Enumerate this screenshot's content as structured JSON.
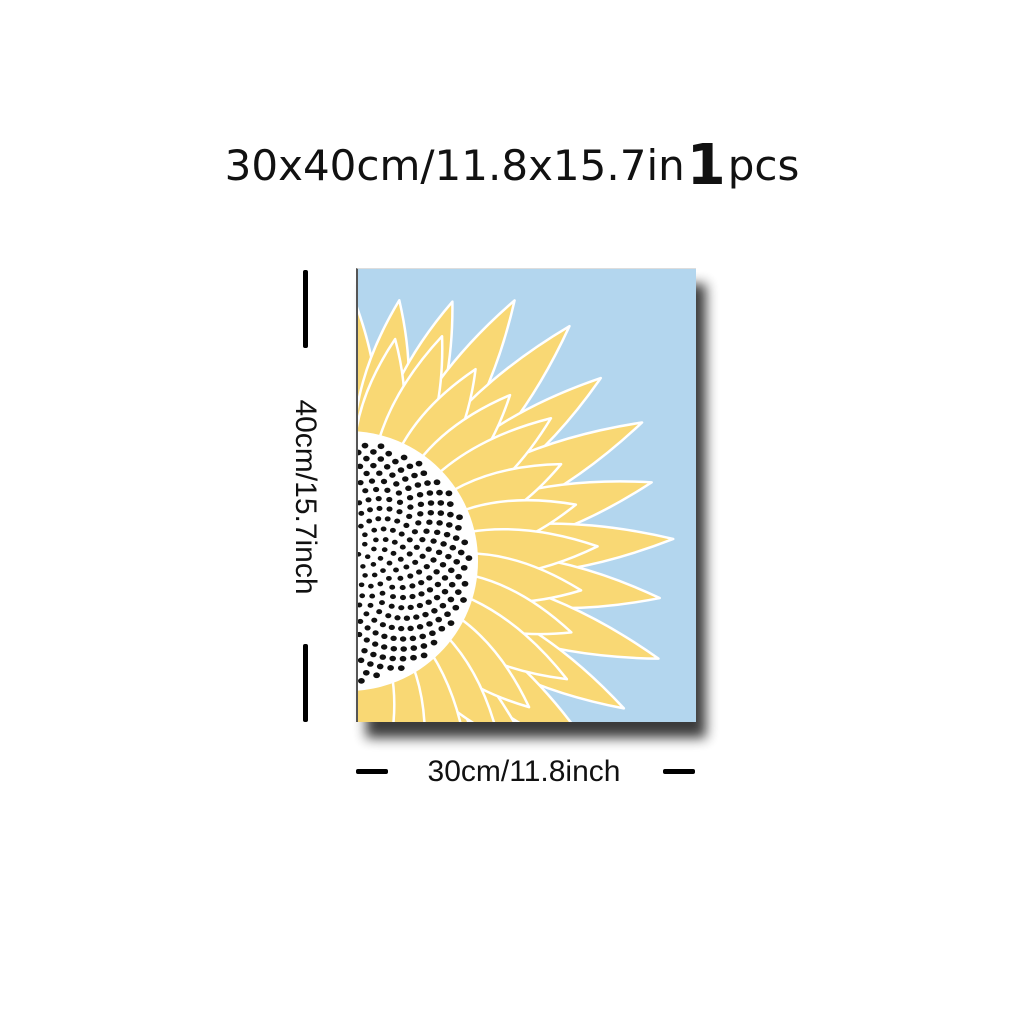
{
  "header": {
    "size_text": "30x40cm/11.8x15.7in",
    "quantity_number": "1",
    "quantity_unit": "pcs"
  },
  "dimensions": {
    "height_label": "40cm/15.7inch",
    "width_label": "30cm/11.8inch"
  },
  "artwork": {
    "subject": "sunflower",
    "colors": {
      "background": "#b3d6ee",
      "petal": "#f9d874",
      "petal_outline": "#ffffff",
      "seed_disc": "#ffffff",
      "seed": "#111111"
    }
  }
}
